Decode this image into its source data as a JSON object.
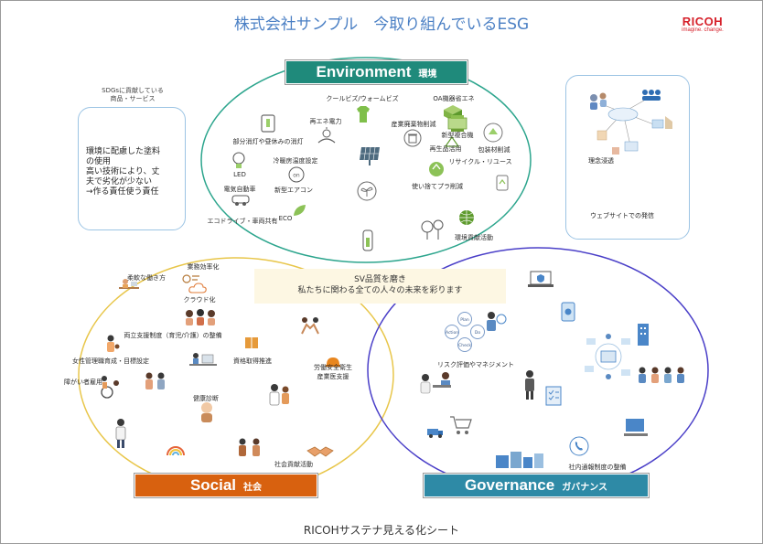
{
  "title": "株式会社サンプル　今取り組んでいるESG",
  "logo": {
    "brand": "RICOH",
    "tagline": "imagine. change."
  },
  "footer": "RICOHサステナ見える化シート",
  "categories": {
    "environment": {
      "en": "Environment",
      "jp": "環境",
      "color": "#1f8a7b"
    },
    "social": {
      "en": "Social",
      "jp": "社会",
      "color": "#d8610f"
    },
    "governance": {
      "en": "Governance",
      "jp": "ガバナンス",
      "color": "#2e8aa6"
    }
  },
  "center_text": {
    "line1": "SV品質を磨き",
    "line2": "私たちに関わる全ての人々の未来を彩ります"
  },
  "left_panel": {
    "caption": "SDGsに貢献している\n商品・サービス",
    "text": "環境に配慮した塗料\nの使用\n高い技術により、丈\n夫で劣化が少ない\n→作る責任使う責任"
  },
  "right_panel": {
    "caption1": "理念浸透",
    "caption2": "ウェブサイトでの発信"
  },
  "environment_items": [
    "クールビズ/ウォームビズ",
    "OA機器省エネ",
    "再エネ電力",
    "産業廃棄物削減",
    "部分消灯や昼休みの消灯",
    "新型複合機",
    "包装材削減",
    "再生品活用",
    "LED",
    "冷暖房温度設定",
    "リサイクル・リユース",
    "使い捨てプラ削減",
    "電気自動車",
    "新型エアコン",
    "エコドライブ・車両共有",
    "ECO",
    "環境貢献活動"
  ],
  "social_items": [
    "業務効率化",
    "柔軟な働き方",
    "クラウド化",
    "両立支援制度（育児/介護）の整備",
    "資格取得推進",
    "女性管理職育成・目標設定",
    "労働安全衛生",
    "障がい者雇用",
    "産業医支援",
    "健康診断",
    "社会貢献活動"
  ],
  "governance_items": [
    "リスク評価やマネジメント",
    "社内通報制度の整備"
  ],
  "pdca": [
    "Plan",
    "Do",
    "Check",
    "Action"
  ]
}
